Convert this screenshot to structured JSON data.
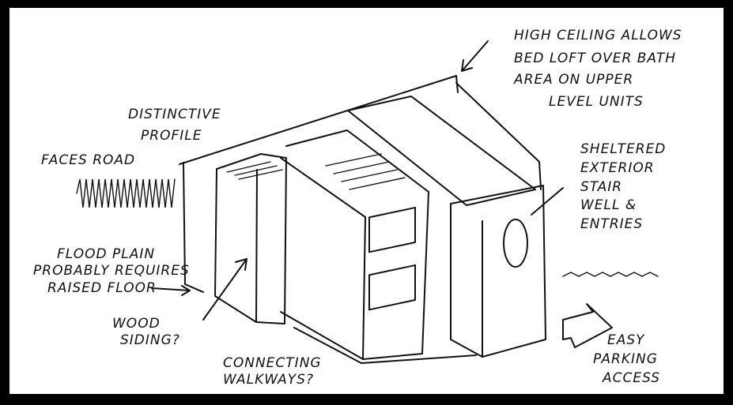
{
  "annotations": {
    "high_ceiling": [
      "HIGH CEILING ALLOWS",
      "BED LOFT OVER BATH",
      "AREA ON UPPER",
      "LEVEL UNITS"
    ],
    "distinctive": [
      "DISTINCTIVE",
      "PROFILE"
    ],
    "faces_road": "FACES ROAD",
    "flood": [
      "FLOOD PLAIN",
      "PROBABLY REQUIRES",
      "RAISED FLOOR"
    ],
    "wood": [
      "WOOD",
      "SIDING?"
    ],
    "connecting": [
      "CONNECTING",
      "WALKWAYS?"
    ],
    "stair": [
      "SHELTERED",
      "EXTERIOR",
      "STAIR",
      "WELL &",
      "ENTRIES"
    ],
    "parking": [
      "EASY",
      "PARKING",
      "ACCESS"
    ]
  },
  "colors": {
    "ink": "#111111",
    "paper": "#ffffff",
    "border": "#000000"
  }
}
